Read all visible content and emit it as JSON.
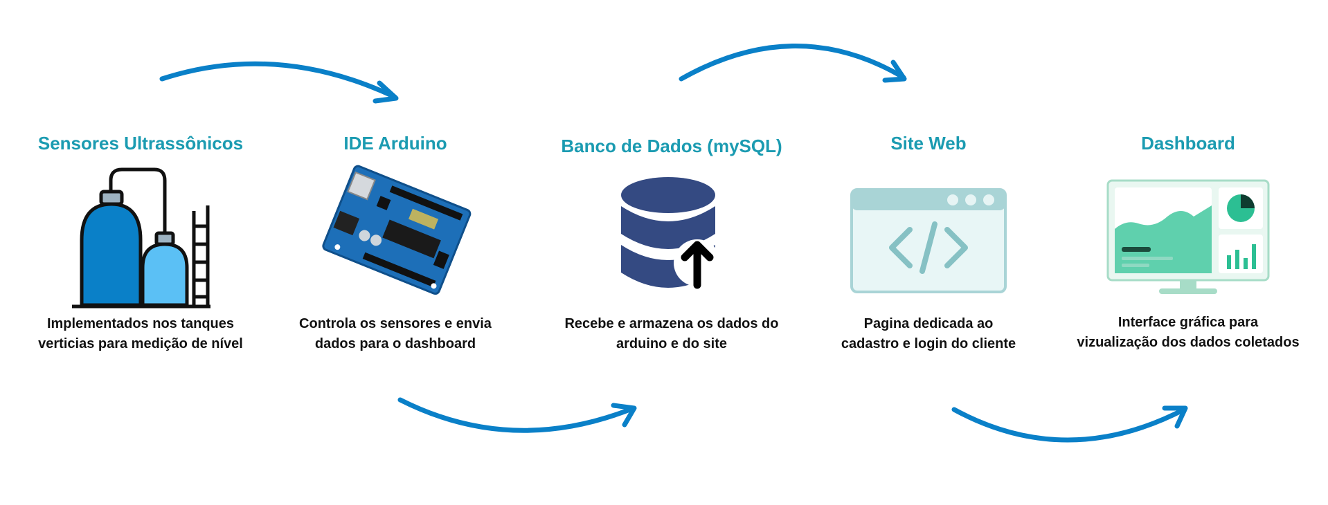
{
  "colors": {
    "title": "#1b9bb1",
    "arrow": "#0a80c8",
    "text": "#111111"
  },
  "steps": [
    {
      "title": "Sensores Ultrassônicos",
      "icon": "storage-tanks-icon",
      "desc": [
        "Implementados nos tanques",
        "verticias para medição de nível"
      ]
    },
    {
      "title": "IDE Arduino",
      "icon": "arduino-board-icon",
      "desc": [
        "Controla os sensores e envia",
        "dados para o dashboard"
      ]
    },
    {
      "title": "Banco de Dados (mySQL)",
      "icon": "database-upload-icon",
      "desc": [
        "Recebe e armazena os dados do",
        "arduino e do site"
      ]
    },
    {
      "title": "Site Web",
      "icon": "browser-code-icon",
      "desc": [
        "Pagina dedicada ao",
        "cadastro e login do cliente"
      ]
    },
    {
      "title": "Dashboard",
      "icon": "dashboard-monitor-icon",
      "desc": [
        "Interface gráfica para",
        "vizualização dos dados coletados"
      ]
    }
  ],
  "flow": [
    "Sensores Ultrassônicos -> IDE Arduino",
    "IDE Arduino -> Banco de Dados (mySQL)",
    "Banco de Dados (mySQL) -> Site Web",
    "Site Web -> Dashboard"
  ]
}
